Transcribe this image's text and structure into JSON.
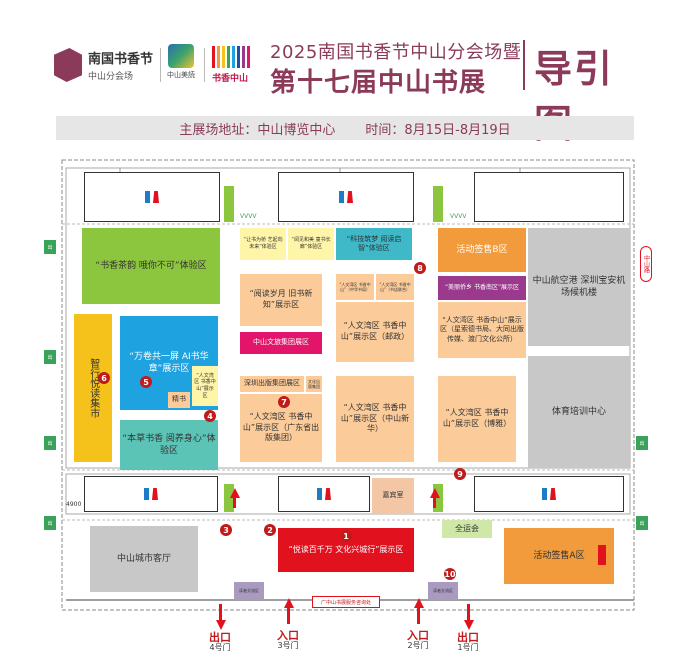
{
  "header": {
    "logo1_name": "南国书香节",
    "logo1_sub": "中山分会场",
    "logo2_text": "中山美読",
    "logo3_text": "书香中山",
    "title_line1": "2025南国书香节中山分会场暨",
    "title_line2": "第十七届中山书展",
    "title_big": "导引图"
  },
  "info_bar": {
    "address": "主展场地址：中山博览中心",
    "time": "时间：8月15日-8月19日"
  },
  "zones": {
    "tea": "“书香茶韵 哦你不可”体验区",
    "ai": "“万卷共一屏 AI书华章”展示区",
    "herb": "“本草书香 阅养身心”体验区",
    "smart_reading": "智行悦读集市",
    "smart_small": "“人文湾区 书香中山”展示区",
    "bookstore": "精书",
    "small_yellow1": "“让书为桥 艺起向未来”体验区",
    "small_yellow2": "“阅见和美 童书长廊”体验区",
    "tech_reading": "“科技筑梦 阅读启智”体验区",
    "years": "“阅读岁月 旧书新知”展示区",
    "pink": "中山文旅集团展区",
    "shenzhen": "深圳出版集团展区",
    "small_pink": "文化出版集团",
    "guangdong": "“人文湾区 书香中山”展示区（广东省出版集团）",
    "mid_small1": "“人文湾区 书香中山”（中华书局）",
    "mid_small2": "“人文湾区 书香中山”（书店联合）",
    "youzheng": "“人文湾区 书香中山”展示区（邮政）",
    "xinhua": "“人文湾区 书香中山”展示区（中山新华）",
    "bowen": "“人文湾区 书香中山”展示区（博雅）",
    "signing_b": "活动签售B区",
    "yangxiang": "“美丽侨乡 书香南区”展示区",
    "bookstores": "“人文湾区 书香中山”展示区（星索德书局、大同出版传媒、渡门文化公所）",
    "airport": "中山航空港 深圳宝安机场候机楼",
    "sports": "体育培训中心",
    "reception": "嘉宾室",
    "main_stage": "“悦读百千万 文化兴城行”展示区",
    "city_hall": "中山城市客厅",
    "quanyun": "全运会",
    "signing_a": "活动签售A区",
    "service": "广中山书展服务咨询处",
    "cross1": "读者交流区",
    "cross2": "读者交流区",
    "dim_left": "4900"
  },
  "markers": [
    "1",
    "2",
    "3",
    "4",
    "5",
    "6",
    "7",
    "8",
    "9",
    "10"
  ],
  "gates": {
    "exit4": "出口",
    "exit4_sub": "4号门",
    "entry3": "入口",
    "entry3_sub": "3号门",
    "entry2": "入口",
    "entry2_sub": "2号门",
    "exit1": "出口",
    "exit1_sub": "1号门"
  },
  "side_sign": "中山路"
}
